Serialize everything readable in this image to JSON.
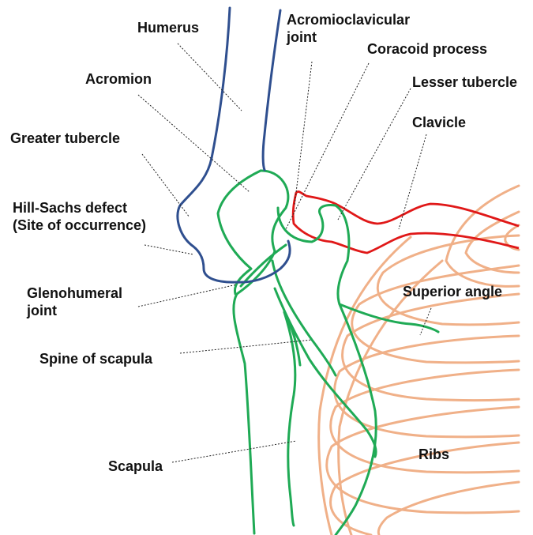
{
  "labels": {
    "humerus": "Humerus",
    "acromion": "Acromion",
    "greater_tubercle": "Greater tubercle",
    "hill_sachs_line1": "Hill-Sachs defect",
    "hill_sachs_line2": "(Site of occurrence)",
    "glenohumeral_line1": "Glenohumeral",
    "glenohumeral_line2": "joint",
    "spine_of_scapula": "Spine of scapula",
    "scapula": "Scapula",
    "acromioclavicular_line1": "Acromioclavicular",
    "acromioclavicular_line2": "joint",
    "coracoid_process": "Coracoid process",
    "lesser_tubercle": "Lesser tubercle",
    "clavicle": "Clavicle",
    "superior_angle": "Superior angle",
    "ribs": "Ribs"
  },
  "colors": {
    "humerus": "#2f4f8f",
    "scapula": "#1faa55",
    "clavicle": "#e01818",
    "ribs": "#f0b088",
    "leader": "#222222"
  }
}
